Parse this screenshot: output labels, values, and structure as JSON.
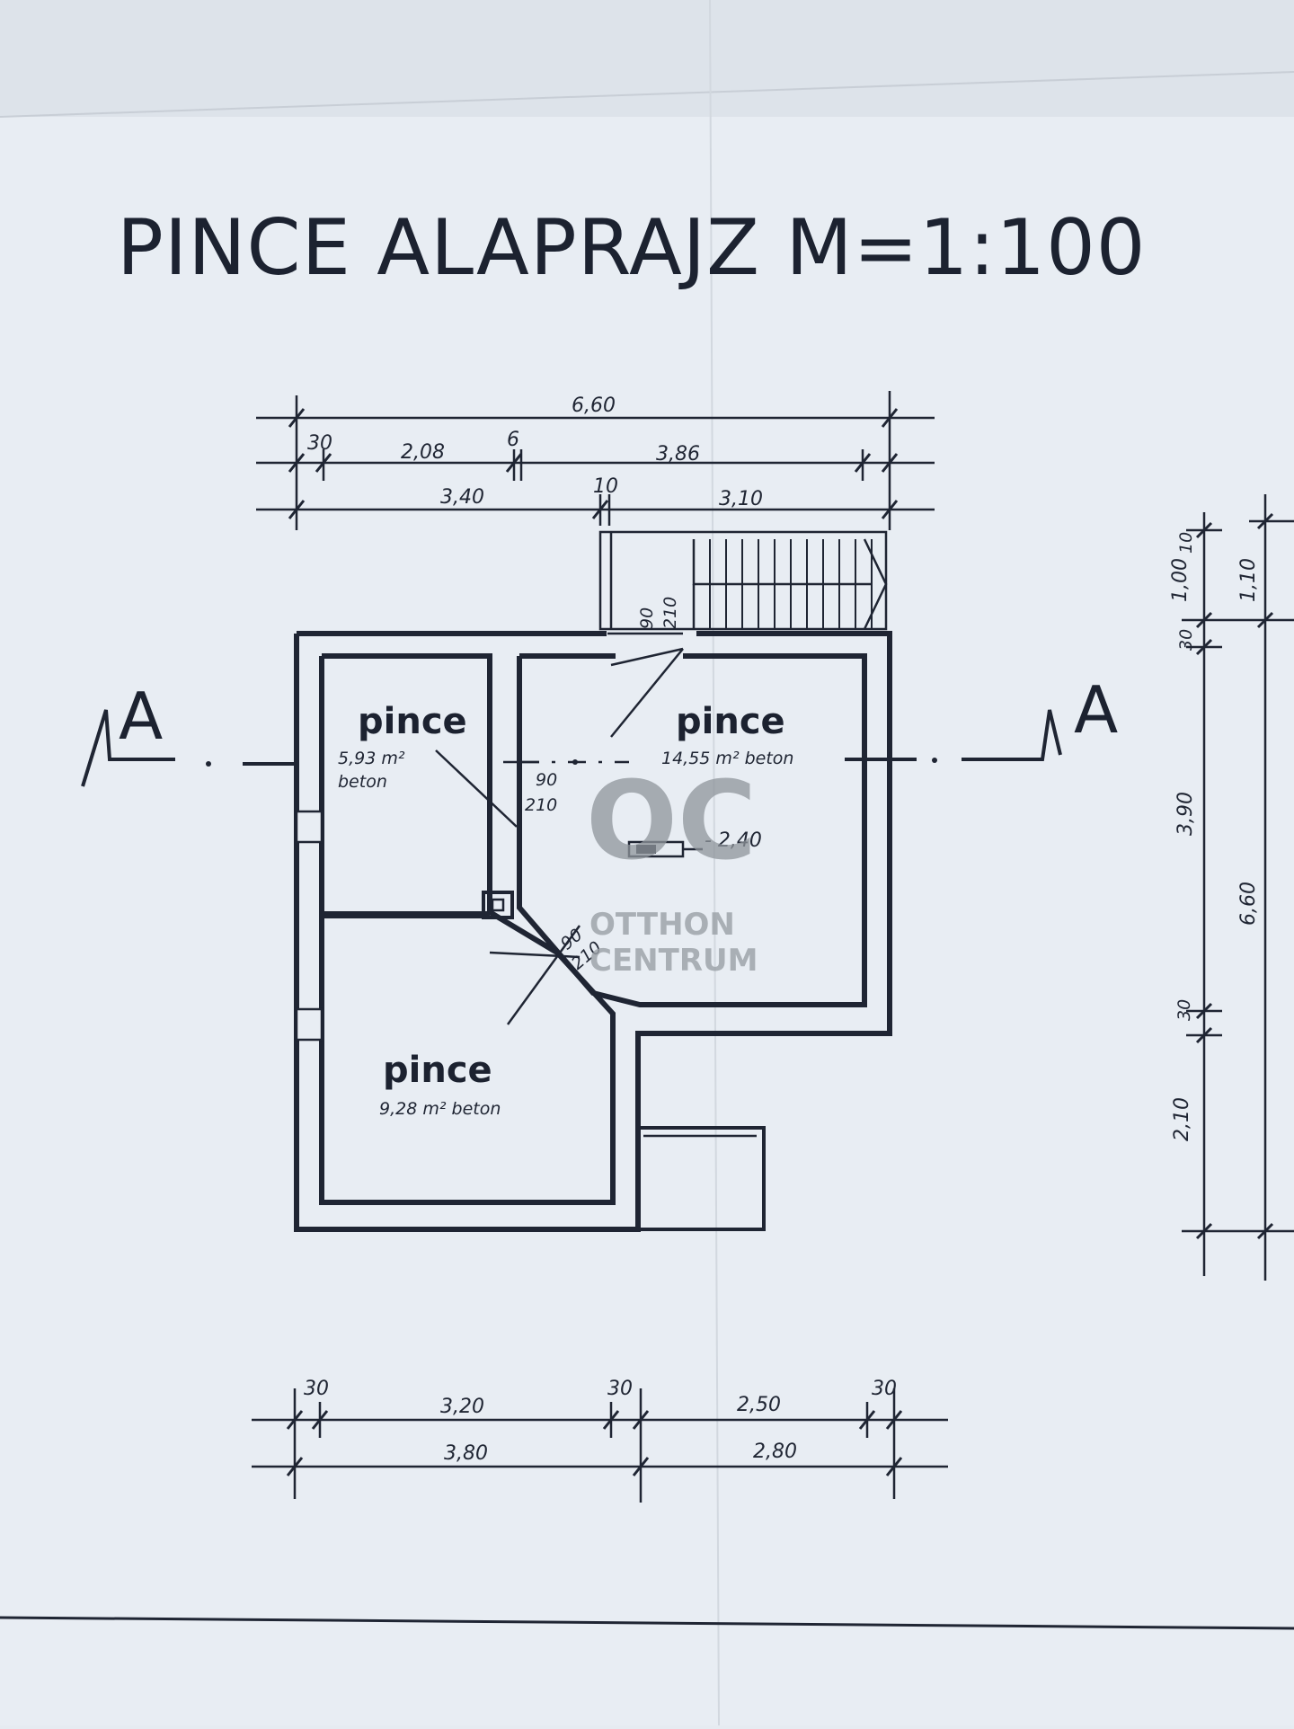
{
  "title": "PINCE  ALAPRAJZ  M=1:100",
  "dimensions": {
    "top_total": "6,60",
    "top_a": "30",
    "top_b": "2,08",
    "top_c": "6",
    "top_d": "3,86",
    "top_e": "3,40",
    "top_f": "10",
    "top_g": "3,10",
    "door1_w": "90",
    "door1_h": "210",
    "door2_w": "90",
    "door2_h": "210",
    "door3_w": "90",
    "door3_h": "210",
    "level": "- 2,40",
    "bot_a": "30",
    "bot_b": "3,20",
    "bot_c": "30",
    "bot_d": "2,50",
    "bot_e": "30",
    "bot_f": "3,80",
    "bot_g": "2,80",
    "right_a": "10",
    "right_b": "1,00",
    "right_c": "1,10",
    "right_d": "30",
    "right_e": "3,90",
    "right_f": "6,60",
    "right_g": "30",
    "right_h": "2,10"
  },
  "rooms": [
    {
      "name": "pince",
      "area": "5,93 m²",
      "material": "beton"
    },
    {
      "name": "pince",
      "area": "14,55 m² beton"
    },
    {
      "name": "pince",
      "area": "9,28 m² beton"
    }
  ],
  "section_marks": [
    "A",
    "A"
  ],
  "watermark": {
    "logo": "OC",
    "line1": "OTTHON",
    "line2": "CENTRUM"
  }
}
